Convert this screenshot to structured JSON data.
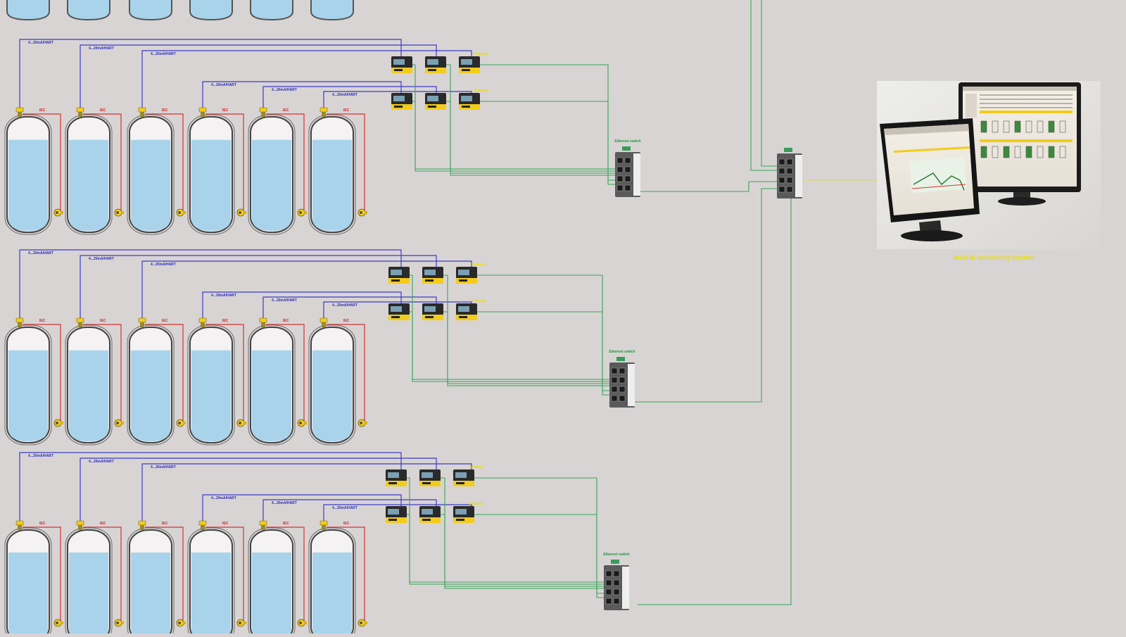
{
  "labels": {
    "signal": "4...20mA/HART",
    "iec": "IEC",
    "switch": "Ethernet switch",
    "gateway": "Gateway",
    "system": "SCADA monitoring System"
  },
  "colors": {
    "background": "#d8d4d4",
    "liquid": "#a9d3ea",
    "signal_line": "#3b3bc8",
    "iec_line": "#d63030",
    "ethernet_line": "#3aa55a",
    "label_yellow": "#e8e000",
    "accent_yellow": "#f2cc1b"
  },
  "layout_groups": [
    {
      "name": "group-1",
      "tanks": 6,
      "gateways": 6,
      "switch": "Ethernet switch"
    },
    {
      "name": "group-2",
      "tanks": 6,
      "gateways": 6,
      "switch": "Ethernet switch"
    },
    {
      "name": "group-3",
      "tanks": 6,
      "gateways": 6,
      "switch": "Ethernet switch"
    }
  ],
  "icons": {
    "tank": "tank-icon",
    "transmitter": "level-transmitter-icon",
    "sensor": "temperature-sensor-icon",
    "gateway": "gateway-display-icon",
    "switch": "ethernet-switch-icon",
    "monitor": "monitor-icon"
  }
}
